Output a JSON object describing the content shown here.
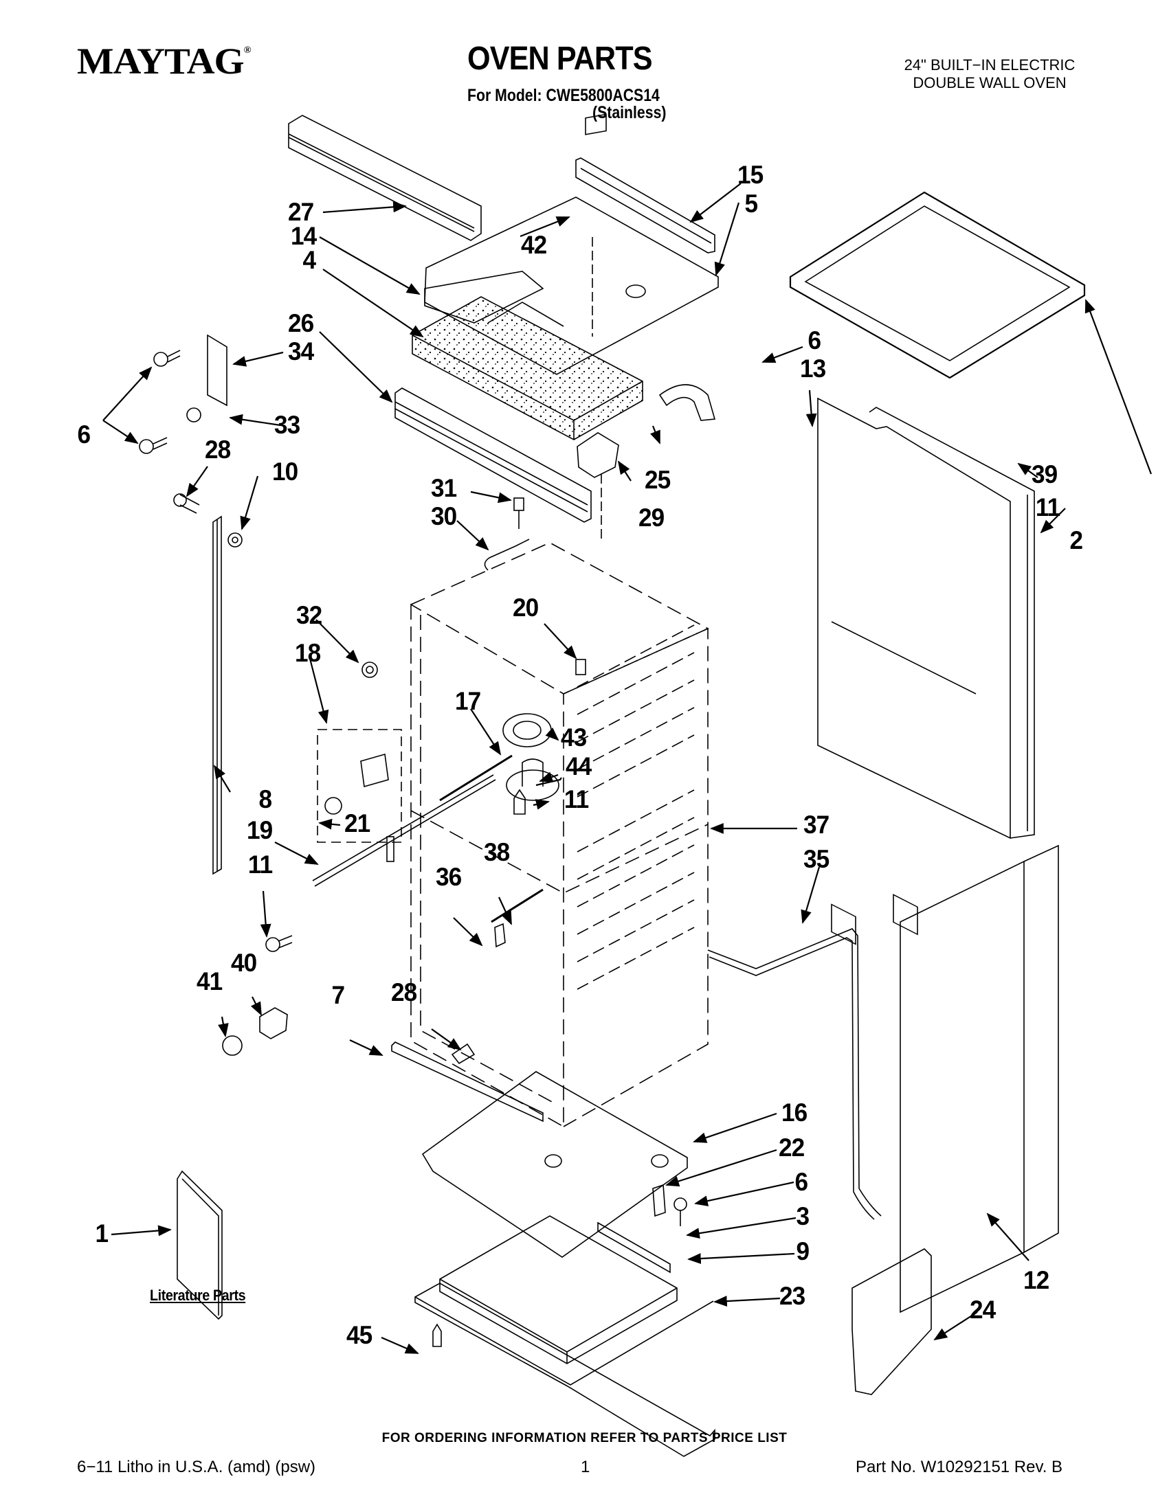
{
  "header": {
    "brand": "MAYTAG",
    "brand_mark": "®",
    "title": "OVEN PARTS",
    "model_line": "For Model: CWE5800ACS14",
    "variant": "(Stainless)",
    "product_line1": "24\" BUILT−IN ELECTRIC",
    "product_line2": "DOUBLE WALL OVEN"
  },
  "callouts": [
    "15",
    "5",
    "27",
    "14",
    "4",
    "42",
    "26",
    "34",
    "6",
    "13",
    "33",
    "6",
    "28",
    "10",
    "31",
    "30",
    "25",
    "29",
    "39",
    "11",
    "2",
    "32",
    "20",
    "18",
    "17",
    "43",
    "44",
    "8",
    "11",
    "21",
    "19",
    "37",
    "35",
    "38",
    "36",
    "11",
    "40",
    "41",
    "7",
    "28",
    "16",
    "22",
    "6",
    "3",
    "9",
    "1",
    "23",
    "12",
    "24",
    "45"
  ],
  "literature_label": "Literature Parts",
  "footer": {
    "order_note": "FOR ORDERING INFORMATION REFER TO PARTS PRICE LIST",
    "litho": "6−11 Litho in U.S.A. (amd) (psw)",
    "page": "1",
    "part_no": "Part No. W10292151 Rev. B"
  }
}
